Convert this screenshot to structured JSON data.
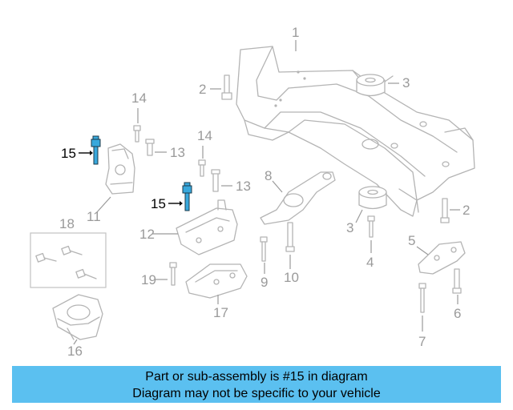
{
  "diagram": {
    "highlighted_part": "15",
    "callouts": [
      "1",
      "2",
      "3",
      "14",
      "13",
      "15",
      "11",
      "8",
      "12",
      "18",
      "19",
      "17",
      "9",
      "10",
      "4",
      "5",
      "6",
      "7",
      "16"
    ]
  },
  "banner": {
    "line1": "Part or sub-assembly is #15 in diagram",
    "line2": "Diagram may not be specific to your vehicle",
    "background": "#5bc0f0"
  }
}
